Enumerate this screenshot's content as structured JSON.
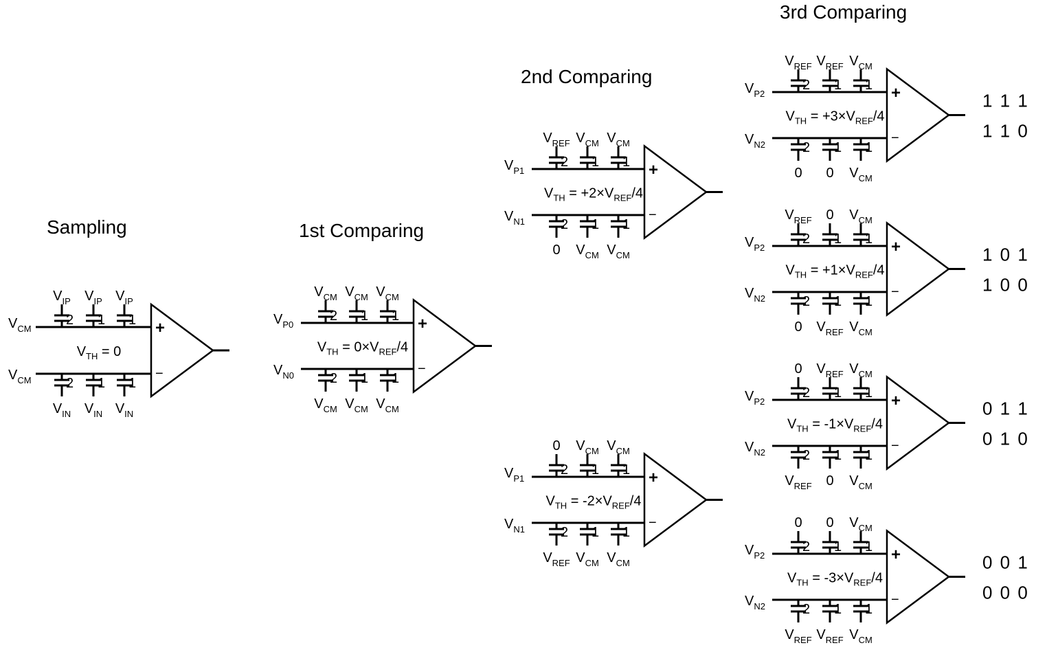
{
  "stages": [
    {
      "title": "Sampling",
      "p_in": {
        "b": "V",
        "s": "CM"
      },
      "n_in": {
        "b": "V",
        "s": "CM"
      },
      "top": [
        {
          "b": "V",
          "s": "IP"
        },
        {
          "b": "V",
          "s": "IP"
        },
        {
          "b": "V",
          "s": "IP"
        }
      ],
      "bot": [
        {
          "b": "V",
          "s": "IN"
        },
        {
          "b": "V",
          "s": "IN"
        },
        {
          "b": "V",
          "s": "IN"
        }
      ],
      "caps": [
        "2",
        "1",
        "1"
      ],
      "vth": {
        "pre": "V",
        "sub": "TH",
        "mid": " = 0",
        "sub2": "",
        "post": ""
      },
      "plus": "+",
      "minus": "−"
    },
    {
      "title": "1st Comparing",
      "p_in": {
        "b": "V",
        "s": "P0"
      },
      "n_in": {
        "b": "V",
        "s": "N0"
      },
      "top": [
        {
          "b": "V",
          "s": "CM"
        },
        {
          "b": "V",
          "s": "CM"
        },
        {
          "b": "V",
          "s": "CM"
        }
      ],
      "bot": [
        {
          "b": "V",
          "s": "CM"
        },
        {
          "b": "V",
          "s": "CM"
        },
        {
          "b": "V",
          "s": "CM"
        }
      ],
      "caps": [
        "2",
        "1",
        "1"
      ],
      "vth": {
        "pre": "V",
        "sub": "TH",
        "mid": " = 0×V",
        "sub2": "REF",
        "post": "/4"
      },
      "plus": "+",
      "minus": "−"
    },
    {
      "title": "2nd Comparing",
      "p_in": {
        "b": "V",
        "s": "P1"
      },
      "n_in": {
        "b": "V",
        "s": "N1"
      },
      "top": [
        {
          "b": "V",
          "s": "REF"
        },
        {
          "b": "V",
          "s": "CM"
        },
        {
          "b": "V",
          "s": "CM"
        }
      ],
      "bot": [
        {
          "b": "0",
          "s": ""
        },
        {
          "b": "V",
          "s": "CM"
        },
        {
          "b": "V",
          "s": "CM"
        }
      ],
      "caps": [
        "2",
        "1",
        "1"
      ],
      "vth": {
        "pre": "V",
        "sub": "TH",
        "mid": " = +2×V",
        "sub2": "REF",
        "post": "/4"
      },
      "plus": "+",
      "minus": "−"
    },
    {
      "title": "",
      "p_in": {
        "b": "V",
        "s": "P1"
      },
      "n_in": {
        "b": "V",
        "s": "N1"
      },
      "top": [
        {
          "b": "0",
          "s": ""
        },
        {
          "b": "V",
          "s": "CM"
        },
        {
          "b": "V",
          "s": "CM"
        }
      ],
      "bot": [
        {
          "b": "V",
          "s": "REF"
        },
        {
          "b": "V",
          "s": "CM"
        },
        {
          "b": "V",
          "s": "CM"
        }
      ],
      "caps": [
        "2",
        "1",
        "1"
      ],
      "vth": {
        "pre": "V",
        "sub": "TH",
        "mid": " =  -2×V",
        "sub2": "REF",
        "post": "/4"
      },
      "plus": "+",
      "minus": "−"
    },
    {
      "title": "3rd Comparing",
      "p_in": {
        "b": "V",
        "s": "P2"
      },
      "n_in": {
        "b": "V",
        "s": "N2"
      },
      "top": [
        {
          "b": "V",
          "s": "REF"
        },
        {
          "b": "V",
          "s": "REF"
        },
        {
          "b": "V",
          "s": "CM"
        }
      ],
      "bot": [
        {
          "b": "0",
          "s": ""
        },
        {
          "b": "0",
          "s": ""
        },
        {
          "b": "V",
          "s": "CM"
        }
      ],
      "caps": [
        "2",
        "1",
        "1"
      ],
      "vth": {
        "pre": "V",
        "sub": "TH",
        "mid": " =  +3×V",
        "sub2": "REF",
        "post": "/4"
      },
      "plus": "+",
      "minus": "−",
      "codes": [
        "1 1 1",
        "1 1 0"
      ]
    },
    {
      "title": "",
      "p_in": {
        "b": "V",
        "s": "P2"
      },
      "n_in": {
        "b": "V",
        "s": "N2"
      },
      "top": [
        {
          "b": "V",
          "s": "REF"
        },
        {
          "b": "0",
          "s": ""
        },
        {
          "b": "V",
          "s": "CM"
        }
      ],
      "bot": [
        {
          "b": "0",
          "s": ""
        },
        {
          "b": "V",
          "s": "REF"
        },
        {
          "b": "V",
          "s": "CM"
        }
      ],
      "caps": [
        "2",
        "1",
        "1"
      ],
      "vth": {
        "pre": "V",
        "sub": "TH",
        "mid": " =  +1×V",
        "sub2": "REF",
        "post": "/4"
      },
      "plus": "+",
      "minus": "−",
      "codes": [
        "1 0 1",
        "1 0 0"
      ]
    },
    {
      "title": "",
      "p_in": {
        "b": "V",
        "s": "P2"
      },
      "n_in": {
        "b": "V",
        "s": "N2"
      },
      "top": [
        {
          "b": "0",
          "s": ""
        },
        {
          "b": "V",
          "s": "REF"
        },
        {
          "b": "V",
          "s": "CM"
        }
      ],
      "bot": [
        {
          "b": "V",
          "s": "REF"
        },
        {
          "b": "0",
          "s": ""
        },
        {
          "b": "V",
          "s": "CM"
        }
      ],
      "caps": [
        "2",
        "1",
        "1"
      ],
      "vth": {
        "pre": "V",
        "sub": "TH",
        "mid": " =  -1×V",
        "sub2": "REF",
        "post": "/4"
      },
      "plus": "+",
      "minus": "−",
      "codes": [
        "0 1 1",
        "0 1 0"
      ]
    },
    {
      "title": "",
      "p_in": {
        "b": "V",
        "s": "P2"
      },
      "n_in": {
        "b": "V",
        "s": "N2"
      },
      "top": [
        {
          "b": "0",
          "s": ""
        },
        {
          "b": "0",
          "s": ""
        },
        {
          "b": "V",
          "s": "CM"
        }
      ],
      "bot": [
        {
          "b": "V",
          "s": "REF"
        },
        {
          "b": "V",
          "s": "REF"
        },
        {
          "b": "V",
          "s": "CM"
        }
      ],
      "caps": [
        "2",
        "1",
        "1"
      ],
      "vth": {
        "pre": "V",
        "sub": "TH",
        "mid": " =  -3×V",
        "sub2": "REF",
        "post": "/4"
      },
      "plus": "+",
      "minus": "−",
      "codes": [
        "0 0 1",
        "0 0 0"
      ]
    }
  ]
}
